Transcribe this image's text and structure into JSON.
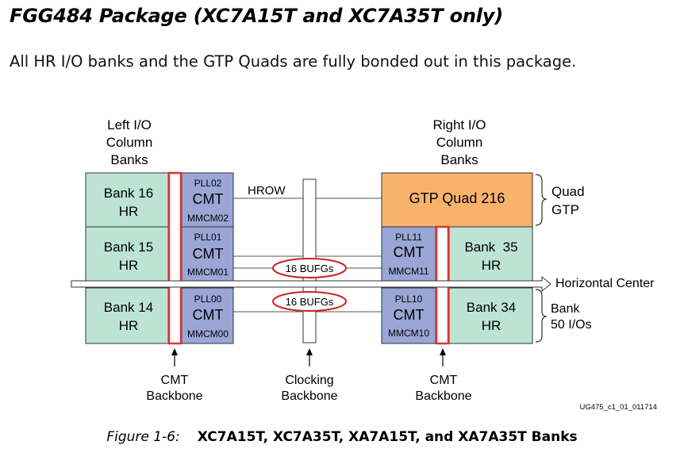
{
  "heading": "FGG484 Package (XC7A15T and XC7A35T only)",
  "intro": "All HR I/O banks and the GTP Quads are fully bonded out in this package.",
  "left_column_title": [
    "Left I/O",
    "Column",
    "Banks"
  ],
  "right_column_title": [
    "Right I/O",
    "Column",
    "Banks"
  ],
  "banks": {
    "bank16": [
      "Bank 16",
      "HR"
    ],
    "bank15": [
      "Bank 15",
      "HR"
    ],
    "bank14": [
      "Bank 14",
      "HR"
    ],
    "bank35": [
      "Bank  35",
      "HR"
    ],
    "bank34": [
      "Bank 34",
      "HR"
    ]
  },
  "cmt": {
    "cmt_l_top": {
      "pll": "PLL02",
      "cmt": "CMT",
      "mmcm": "MMCM02"
    },
    "cmt_l_mid": {
      "pll": "PLL01",
      "cmt": "CMT",
      "mmcm": "MMCM01"
    },
    "cmt_l_bot": {
      "pll": "PLL00",
      "cmt": "CMT",
      "mmcm": "MMCM00"
    },
    "cmt_r_mid": {
      "pll": "PLL11",
      "cmt": "CMT",
      "mmcm": "MMCM11"
    },
    "cmt_r_bot": {
      "pll": "PLL10",
      "cmt": "CMT",
      "mmcm": "MMCM10"
    }
  },
  "gtp_quad": "GTP Quad 216",
  "hrow": "HROW",
  "bufg_upper": "16 BUFGs",
  "bufg_lower": "16 BUFGs",
  "horizontal_center": "Horizontal Center",
  "quad_gtp": [
    "Quad",
    "GTP"
  ],
  "bank_ios": [
    "Bank",
    "50 I/Os"
  ],
  "bottom_labels": {
    "cmt_backbone_left": [
      "CMT",
      "Backbone"
    ],
    "clocking_backbone": [
      "Clocking",
      "Backbone"
    ],
    "cmt_backbone_right": [
      "CMT",
      "Backbone"
    ]
  },
  "figure_id": "UG475_c1_01_011714",
  "caption": {
    "label": "Figure 1-6:",
    "title": "XC7A15T, XC7A35T, XA7A15T, and XA7A35T Banks"
  },
  "colors": {
    "bank_fill": "#bde3d5",
    "cmt_fill": "#9aa6d6",
    "gtp_fill": "#f8b26b",
    "backbone_red": "#dd3333",
    "bufg_oval": "#cc2222",
    "line": "#333333"
  }
}
